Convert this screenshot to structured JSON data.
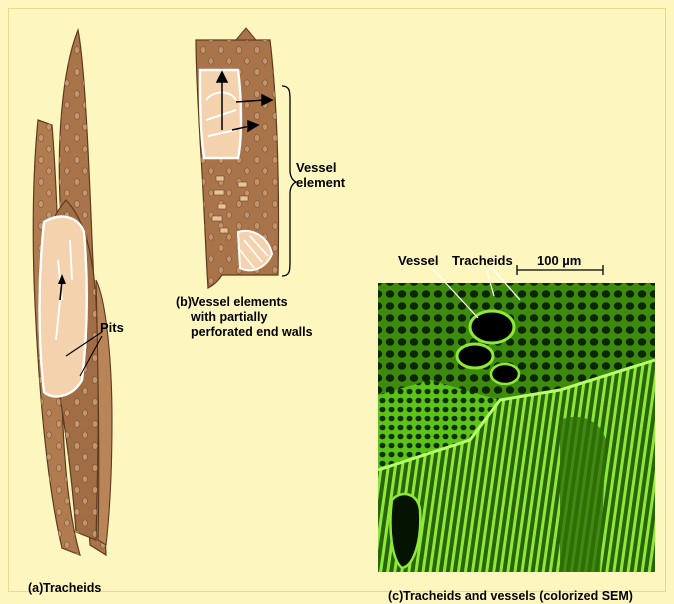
{
  "labels": {
    "pits": "Pits",
    "vessel_element": "Vessel\nelement",
    "vessel": "Vessel",
    "tracheids": "Tracheids",
    "scale": "100 µm"
  },
  "captions": {
    "a": {
      "letter": "(a)",
      "text": "Tracheids"
    },
    "b": {
      "letter": "(b)",
      "text": "Vessel elements\nwith partially\nperforated end walls"
    },
    "c": {
      "letter": "(c)",
      "text": "Tracheids and vessels (colorized SEM)"
    }
  },
  "colors": {
    "background": "#fdf6bf",
    "cell_wall": "#a9744a",
    "cell_interior": "#f4d2ad",
    "sem_green": "#6fdc1e"
  }
}
